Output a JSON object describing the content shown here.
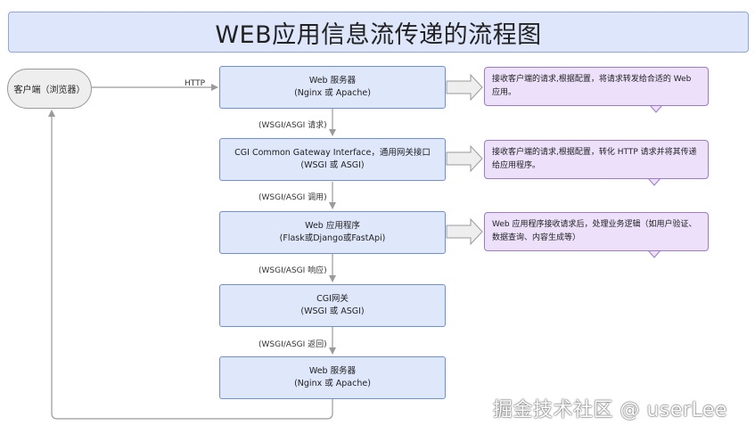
{
  "title": "WEB应用信息流传递的流程图",
  "client": {
    "label": "客户端（浏览器）"
  },
  "edges": {
    "http": "HTTP",
    "wsgi_request": "(WSGI/ASGI 请求)",
    "wsgi_call": "(WSGI/ASGI 调用)",
    "wsgi_response": "(WSGI/ASGI 响应)",
    "wsgi_return": "(WSGI/ASGI 返回)"
  },
  "boxes": [
    {
      "line1": "Web 服务器",
      "line2": "(Nginx 或 Apache)"
    },
    {
      "line1": "CGI Common Gateway Interface，通用网关接口",
      "line2": "(WSGI 或 ASGI)"
    },
    {
      "line1": "Web 应用程序",
      "line2": "(Flask或Django或FastApi)"
    },
    {
      "line1": "CGI网关",
      "line2": "(WSGI 或 ASGI)"
    },
    {
      "line1": "Web 服务器",
      "line2": "(Nginx 或 Apache)"
    }
  ],
  "notes": [
    "接收客户端的请求,根据配置，将请求转发给合适的 Web 应用。",
    "接收客户端的请求,根据配置，转化 HTTP 请求并将其传递给应用程序。",
    "Web 应用程序接收请求后，处理业务逻辑（如用户验证、数据查询、内容生成等）"
  ],
  "watermark": "掘金技术社区 @ userLee",
  "colors": {
    "box_fill": "#dfe7fb",
    "box_border": "#6f8fd8",
    "note_fill": "#ece0fb",
    "note_border": "#9c7ad3",
    "client_fill": "#eeeeee"
  }
}
